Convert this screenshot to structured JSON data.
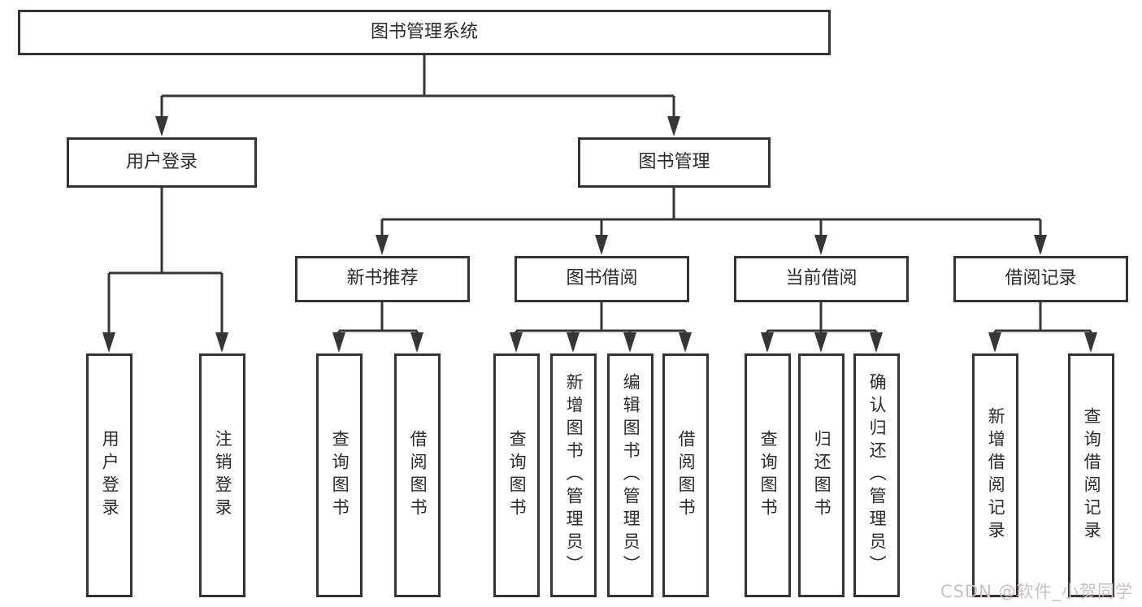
{
  "tree": {
    "label": "图书管理系统",
    "children": [
      {
        "label": "用户登录",
        "children": [
          {
            "label": "用户登录"
          },
          {
            "label": "注销登录"
          }
        ]
      },
      {
        "label": "图书管理",
        "children": [
          {
            "label": "新书推荐",
            "children": [
              {
                "label": "查询图书"
              },
              {
                "label": "借阅图书"
              }
            ]
          },
          {
            "label": "图书借阅",
            "children": [
              {
                "label": "查询图书"
              },
              {
                "label": "新增图书（管理员）"
              },
              {
                "label": "编辑图书（管理员）"
              },
              {
                "label": "借阅图书"
              }
            ]
          },
          {
            "label": "当前借阅",
            "children": [
              {
                "label": "查询图书"
              },
              {
                "label": "归还图书"
              },
              {
                "label": "确认归还（管理员）"
              }
            ]
          },
          {
            "label": "借阅记录",
            "children": [
              {
                "label": "新增借阅记录"
              },
              {
                "label": "查询借阅记录"
              }
            ]
          }
        ]
      }
    ]
  },
  "watermark": {
    "text": "CSDN @软件_小贺同学"
  },
  "colors": {
    "line": "#363636",
    "box_border": "#343434",
    "text": "#2b2b2b",
    "watermark": "#c9c2c2",
    "background": "#ffffff"
  }
}
